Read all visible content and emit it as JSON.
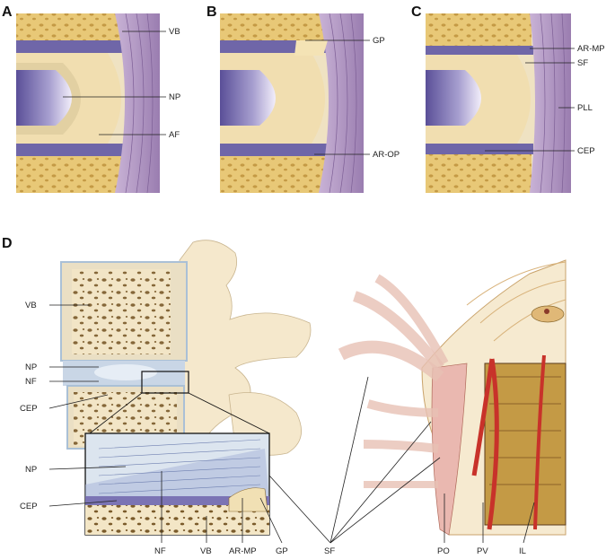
{
  "panels": {
    "A": {
      "letter": "A",
      "labels": {
        "vb": "VB",
        "np": "NP",
        "af": "AF"
      }
    },
    "B": {
      "letter": "B",
      "labels": {
        "gp": "GP",
        "ar_op": "AR-OP"
      }
    },
    "C": {
      "letter": "C",
      "labels": {
        "ar_mp": "AR-MP",
        "sf": "SF",
        "pll": "PLL",
        "cep": "CEP"
      }
    },
    "D": {
      "letter": "D",
      "left_labels": {
        "vb": "VB",
        "np1": "NP",
        "nf": "NF",
        "cep1": "CEP",
        "np2": "NP",
        "cep2": "CEP"
      },
      "bottom_labels": {
        "nf": "NF",
        "vb": "VB",
        "ar_mp": "AR-MP",
        "gp": "GP",
        "sf": "SF",
        "po": "PO",
        "pv": "PV",
        "il": "IL"
      }
    }
  },
  "colors": {
    "bone": "#e6c77a",
    "bone_pore": "#b8893a",
    "annulus": "#f1deb0",
    "nucleus": "#8a82b8",
    "ligament": "#b49ac2",
    "cartilage": "#6f66a8",
    "vessel": "#c8322a",
    "disc_light": "#c9d6e6",
    "spine_bg": "#f6ead0"
  }
}
